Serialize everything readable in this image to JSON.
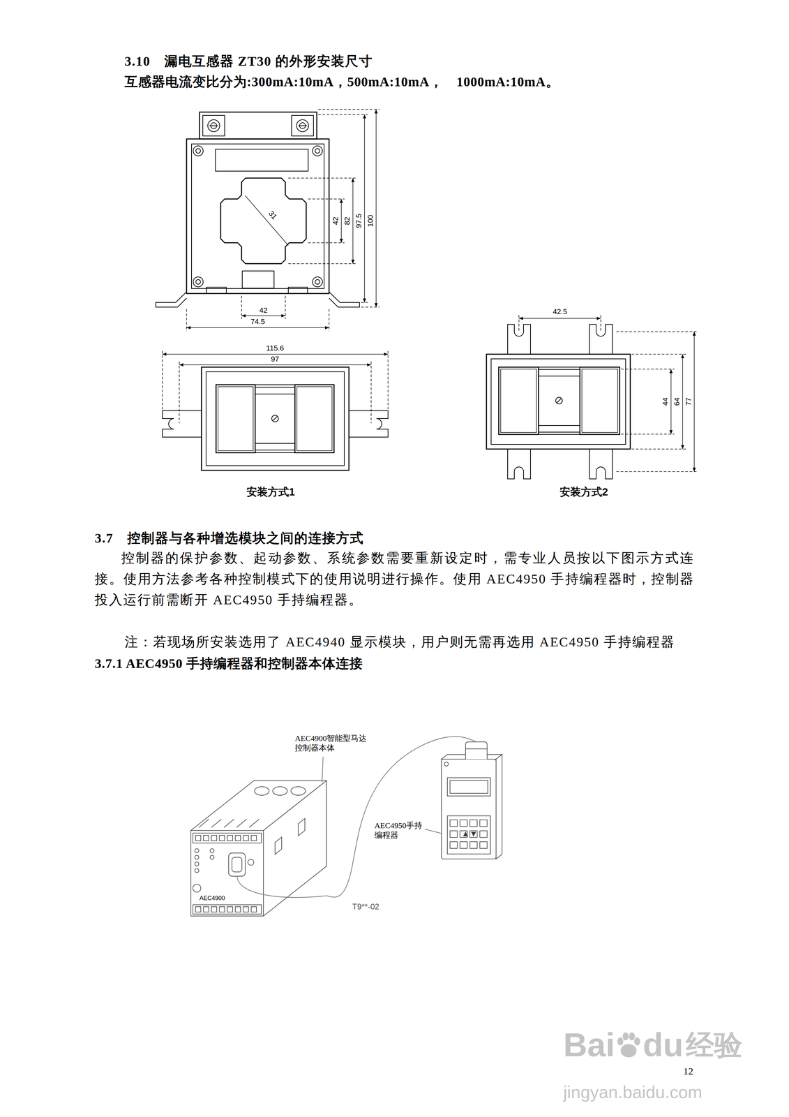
{
  "diagram": {
    "nodes": [
      {
        "text": [
          "AEC4900智能型马达控制器本体",
          "AEC4900"
        ]
      },
      {
        "text": [
          "AEC4950手持编程器"
        ]
      }
    ],
    "edges": [
      {
        "from": 0,
        "to": 1,
        "arrow": "none",
        "label": "T9**-02"
      }
    ],
    "labels": [
      "3.10　漏电互感器 ZT30 的外形安装尺寸",
      "互感器电流变比分为:300mA:10mA，500mA:10mA，　1000mA:10mA。",
      "31",
      "42",
      "82",
      "97.5",
      "100",
      "42",
      "74.5",
      "115.6",
      "97",
      "安装方式1",
      "42.5",
      "44",
      "64",
      "77",
      "安装方式2",
      "3.7　控制器与各种增选模块之间的连接方式",
      "控制器的保护参数、起动参数、系统参数需要重新设定时，需专业人员按以下图示方式连接。使用方法参考各种控制模式下的使用说明进行操作。使用 AEC4950 手持编程器时，控制器投入运行前需断开 AEC4950 手持编程器。",
      "注：若现场所安装选用了 AEC4940 显示模块，用户则无需再选用 AEC4950 手持编程器",
      "3.7.1 AEC4950 手持编程器和控制器本体连接",
      "Bai",
      "du",
      "经验",
      "jingyan.baidu.com",
      "12"
    ]
  }
}
